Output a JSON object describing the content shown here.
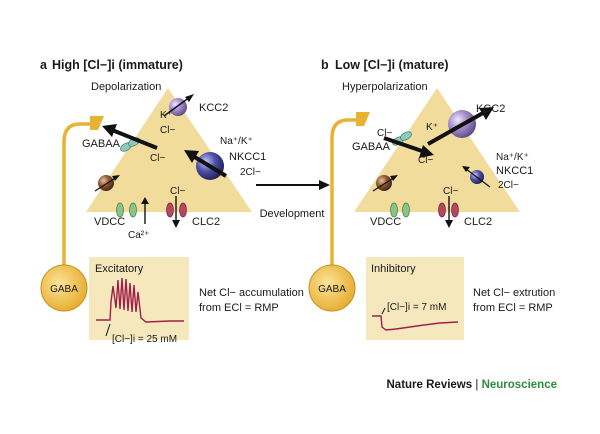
{
  "panel_a": {
    "letter": "a",
    "title": "High [Cl−]i (immature)",
    "state": "Depolarization",
    "labels": {
      "kcc2": "KCC2",
      "k": "K⁺",
      "cl_top": "Cl−",
      "gaba_a": "GABAA",
      "cl_mid": "Cl−",
      "nak": "Na⁺/K⁺",
      "nkcc1": "NKCC1",
      "two_cl": "2Cl−",
      "cl_low": "Cl−",
      "vdcc": "VDCC",
      "ca": "Ca²⁺",
      "clc2": "CLC2"
    },
    "trace_title": "Excitatory",
    "trace_note": "[Cl−]i = 25 mM",
    "net_text_1": "Net Cl− accumulation",
    "net_text_2": "from ECl = RMP"
  },
  "panel_b": {
    "letter": "b",
    "title": "Low [Cl−]i (mature)",
    "state": "Hyperpolarization",
    "labels": {
      "kcc2": "KCC2",
      "k": "K⁺",
      "cl_top": "Cl−",
      "gaba_a": "GABAA",
      "cl_mid": "Cl−",
      "nak": "Na⁺/K⁺",
      "nkcc1": "NKCC1",
      "two_cl": "2Cl−",
      "cl_low": "Cl−",
      "vdcc": "VDCC",
      "clc2": "CLC2"
    },
    "trace_title": "Inhibitory",
    "trace_note": "[Cl−]i = 7 mM",
    "net_text_1": "Net Cl− extrution",
    "net_text_2": "from ECl = RMP"
  },
  "gaba_label": "GABA",
  "development_label": "Development",
  "footer": {
    "journal": "Nature Reviews",
    "separator": "|",
    "section": "Neuroscience"
  },
  "colors": {
    "cell": "#f1dc9c",
    "axon": "#e8b233",
    "trace_bg": "#f6e8bd",
    "trace": "#a0204a",
    "gaba_a_channel": "#8ec9bb",
    "vdcc": "#8bc48a",
    "clc2": "#b4485e",
    "kcc2": "#9c86bf",
    "nkcc1": "#3d3e8c",
    "soma_sphere": "#7a4a28",
    "section_accent": "#2e8b3c"
  }
}
